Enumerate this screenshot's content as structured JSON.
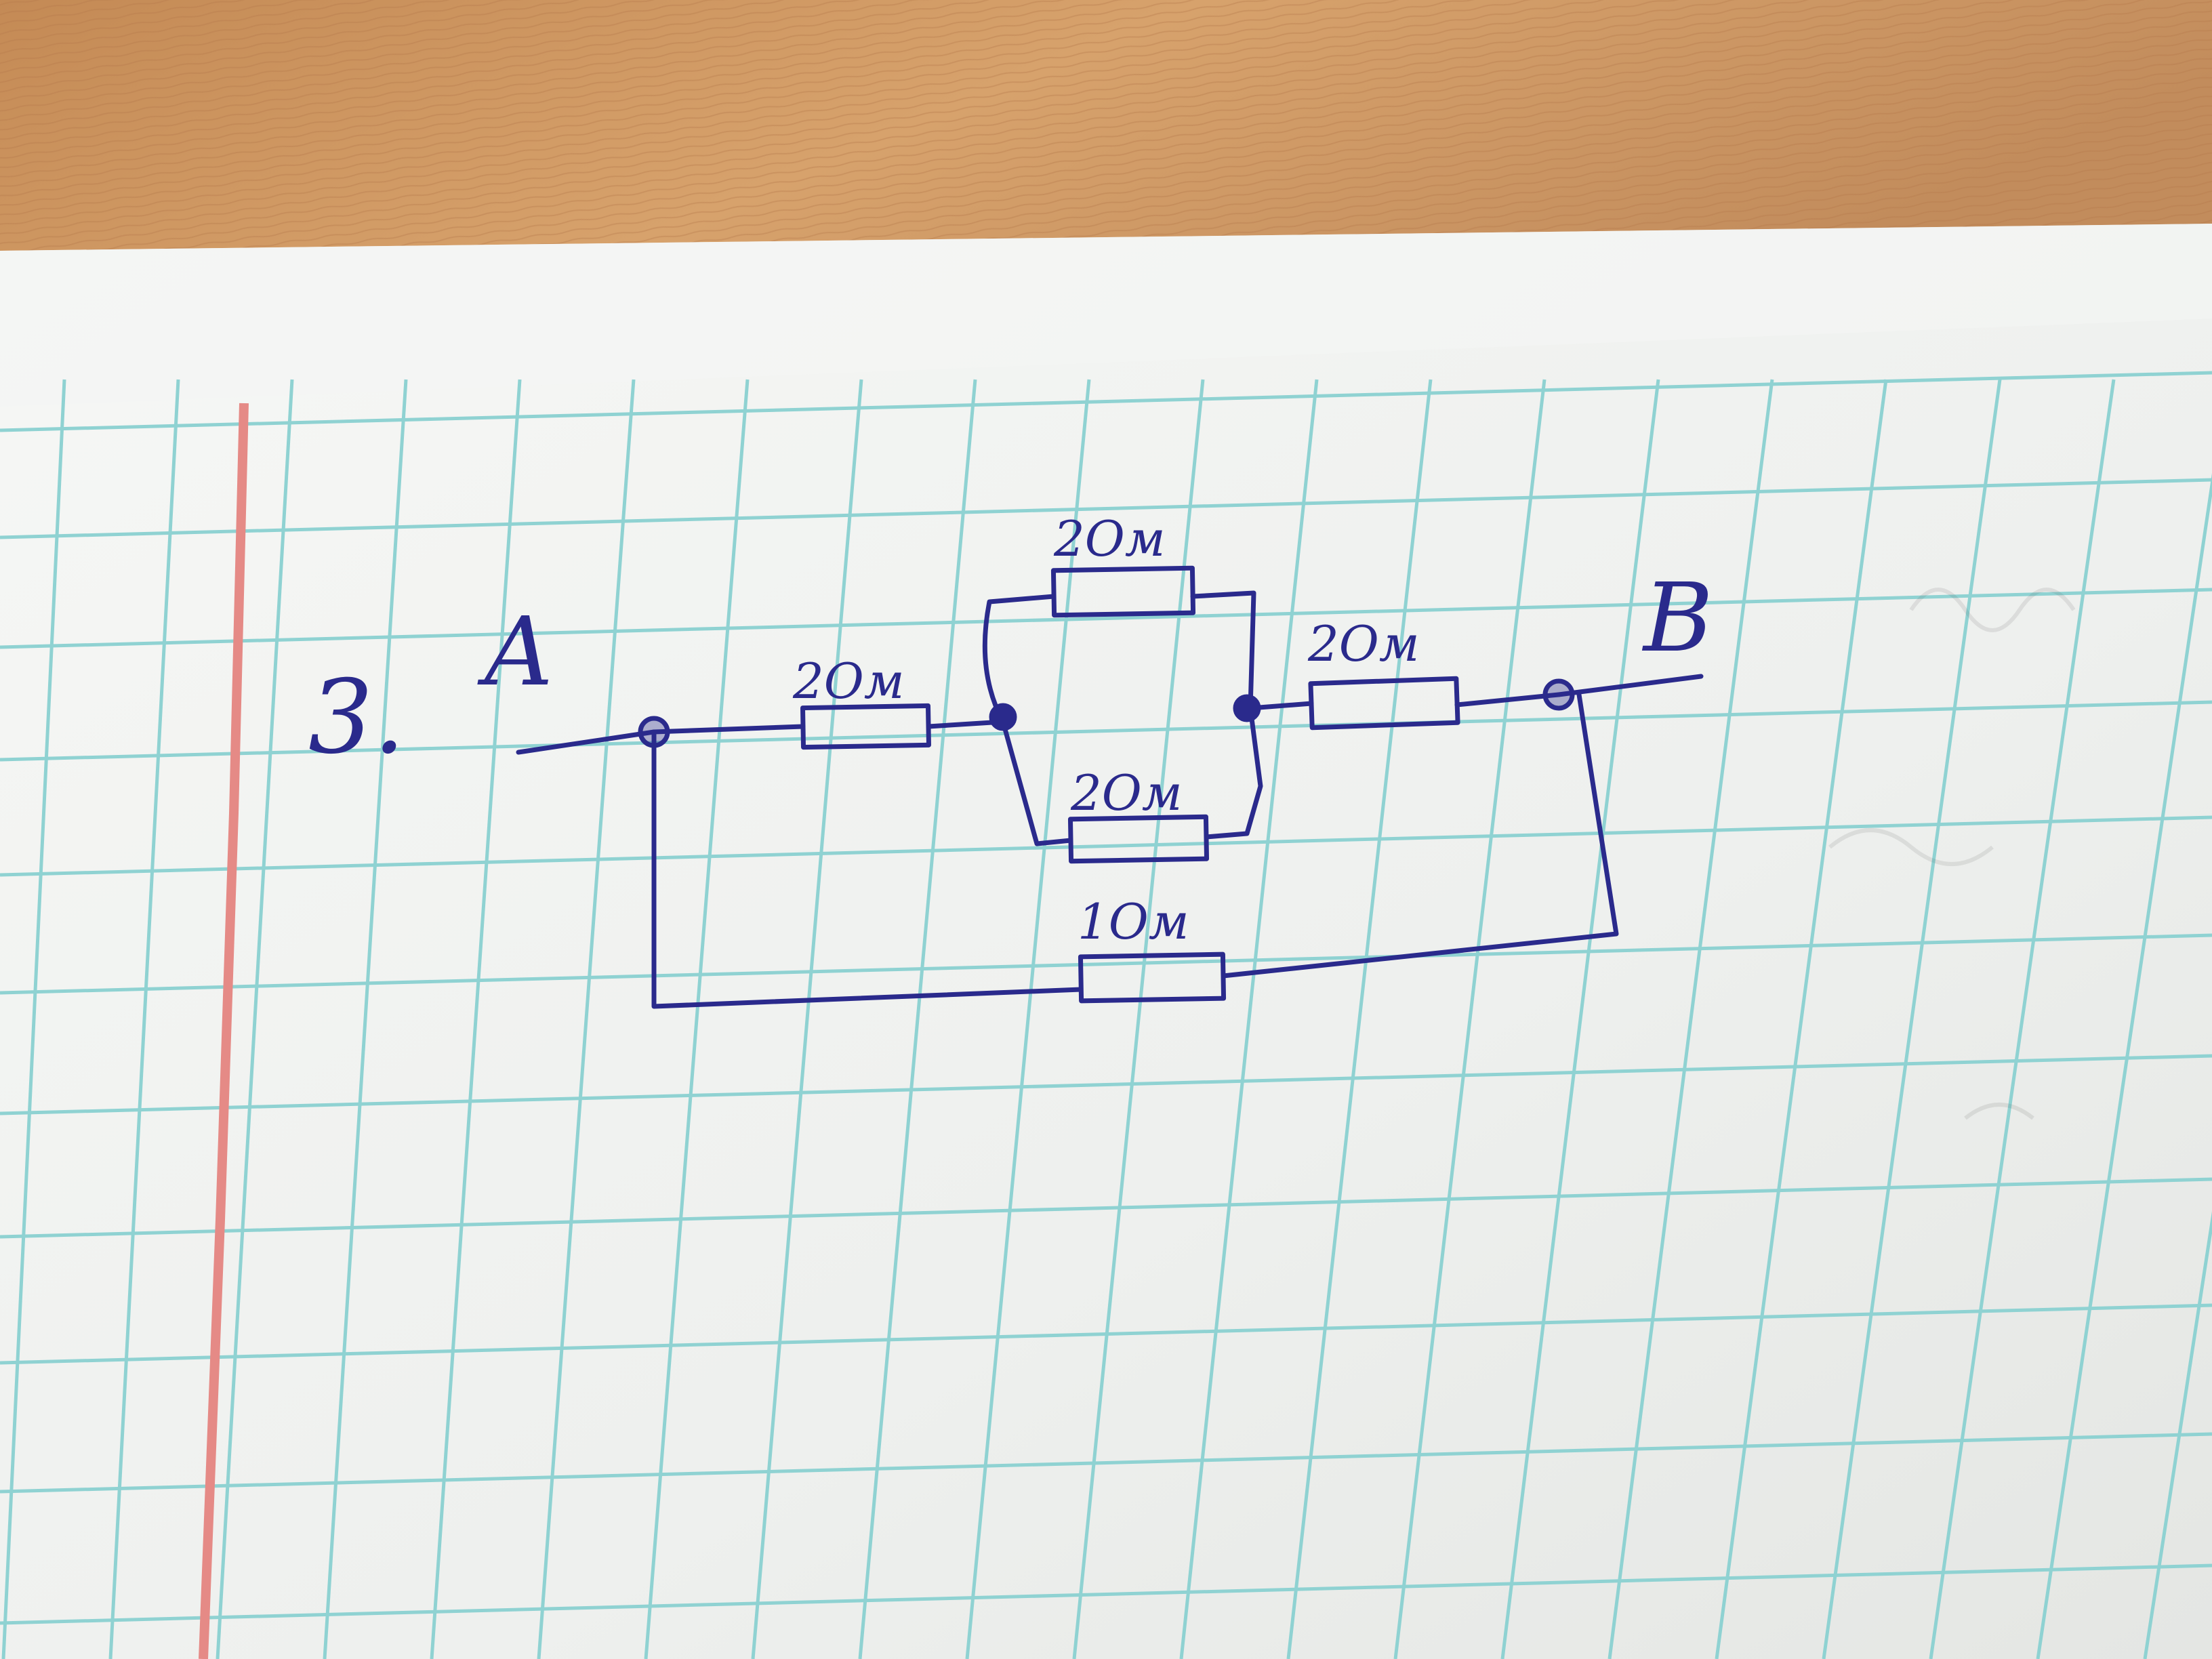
{
  "problem": {
    "number": "3.",
    "terminal_a": "A",
    "terminal_b": "B"
  },
  "resistors": [
    {
      "id": "r1",
      "label": "2Ом"
    },
    {
      "id": "r2",
      "label": "2Ом"
    },
    {
      "id": "r3",
      "label": "2Ом"
    },
    {
      "id": "r4",
      "label": "2Ом"
    },
    {
      "id": "r5",
      "label": "1Ом"
    }
  ],
  "colors": {
    "wood": "#c9925e",
    "paper": "#f1f3f2",
    "grid": "#8fd2d2",
    "margin_line": "#e58a86",
    "ink": "#2a2a8c"
  }
}
